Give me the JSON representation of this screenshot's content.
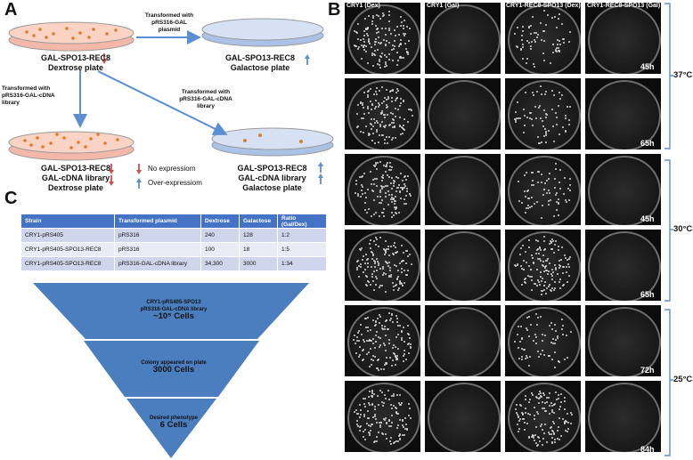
{
  "panels": {
    "a": "A",
    "b": "B",
    "c": "C"
  },
  "panel_a": {
    "plate_top_left": {
      "line1": "GAL-SPO13-REC8",
      "line2": "Dextrose plate"
    },
    "plate_top_right": {
      "line1": "GAL-SPO13-REC8",
      "line2": "Galactose plate"
    },
    "plate_bottom_left": {
      "line1": "GAL-SPO13-REC8",
      "line2": "GAL-cDNA library",
      "line3": "Dextrose plate"
    },
    "plate_bottom_right": {
      "line1": "GAL-SPO13-REC8",
      "line2": "GAL-cDNA library",
      "line3": "Galactose plate"
    },
    "arrow_right": {
      "line1": "Transformed with",
      "line2": "pRS316-GAL",
      "line3": "plasmid"
    },
    "arrow_down": {
      "line1": "Transformed with",
      "line2": "pRS316-GAL-cDNA",
      "line3": "library"
    },
    "arrow_diag": {
      "line1": "Transformed with",
      "line2": "pRS316-GAL-cDNA",
      "line3": "library"
    },
    "legend": {
      "down": "No expressiom",
      "up": "Over-expressiom"
    },
    "colors": {
      "dextrose": "#f4b8a8",
      "galactose": "#c9d8f0",
      "arrow": "#5b8fd1",
      "down_arrow": "#d0504a",
      "up_arrow": "#5b8fd1",
      "colony": "#e07b2a"
    }
  },
  "table": {
    "headers": [
      "Strain",
      "Transformed plasmid",
      "Dextrose",
      "Galactose",
      "Ratio (Gal/Dex)"
    ],
    "rows": [
      [
        "CRY1-pRS405",
        "pRS316",
        "240",
        "128",
        "1:2"
      ],
      [
        "CRY1-pRS405-SPO13-REC8",
        "pRS316",
        "100",
        "18",
        "1:5"
      ],
      [
        "CRY1-pRS405-SPO13-REC8",
        "pRS316-GAL-cDNA library",
        "34,300",
        "3000",
        "1:34"
      ]
    ]
  },
  "funnel": {
    "top": {
      "line1": "CRY1-pRS405-SPO13",
      "line2": "pRS316-GAL-cDNA library",
      "count": "~10⁵ Cells"
    },
    "middle": {
      "line1": "Colony appeared on plate",
      "count": "3000 Cells"
    },
    "bottom": {
      "line1": "Desired phenotype",
      "count": "6 Cells"
    },
    "color": "#4a7ebf"
  },
  "panel_b": {
    "columns": [
      "CRY1 (Dex)",
      "CRY1 (Gal)",
      "CRY1-REC8-SPO13 (Dex)",
      "CRY1-REC8-SPO13 (Gal)"
    ],
    "times": [
      "45h",
      "65h",
      "45h",
      "65h",
      "72h",
      "84h"
    ],
    "temperatures": [
      "37°C",
      "30°C",
      "25°C"
    ]
  }
}
